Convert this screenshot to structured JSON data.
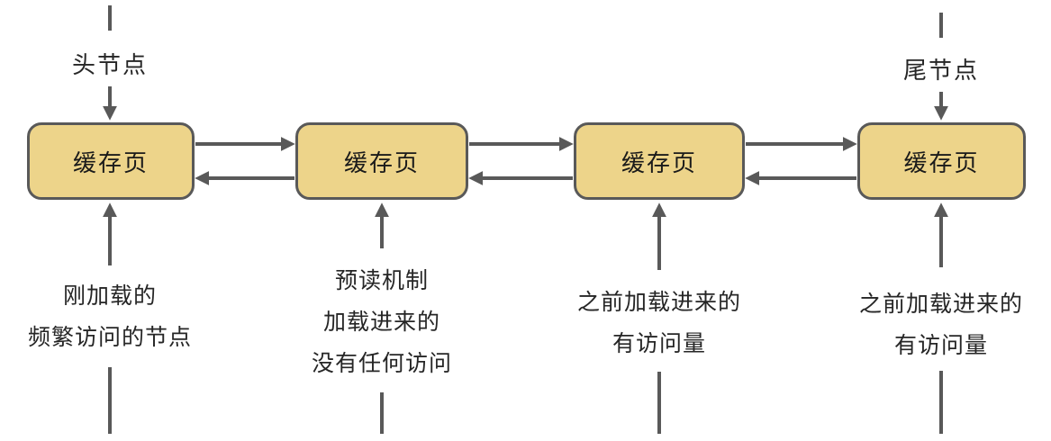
{
  "diagram": {
    "head_pointer": {
      "label": "头节点"
    },
    "tail_pointer": {
      "label": "尾节点"
    },
    "nodes": [
      {
        "label": "缓存页"
      },
      {
        "label": "缓存页"
      },
      {
        "label": "缓存页"
      },
      {
        "label": "缓存页"
      }
    ],
    "annotations": [
      {
        "lines": [
          "刚加载的",
          "频繁访问的节点"
        ]
      },
      {
        "lines": [
          "预读机制",
          "加载进来的",
          "没有任何访问"
        ]
      },
      {
        "lines": [
          "之前加载进来的",
          "有访问量"
        ]
      },
      {
        "lines": [
          "之前加载进来的",
          "有访问量"
        ]
      }
    ],
    "colors": {
      "node_fill": "#edd48a",
      "node_border": "#595959",
      "arrow": "#595959",
      "text": "#262626"
    }
  }
}
